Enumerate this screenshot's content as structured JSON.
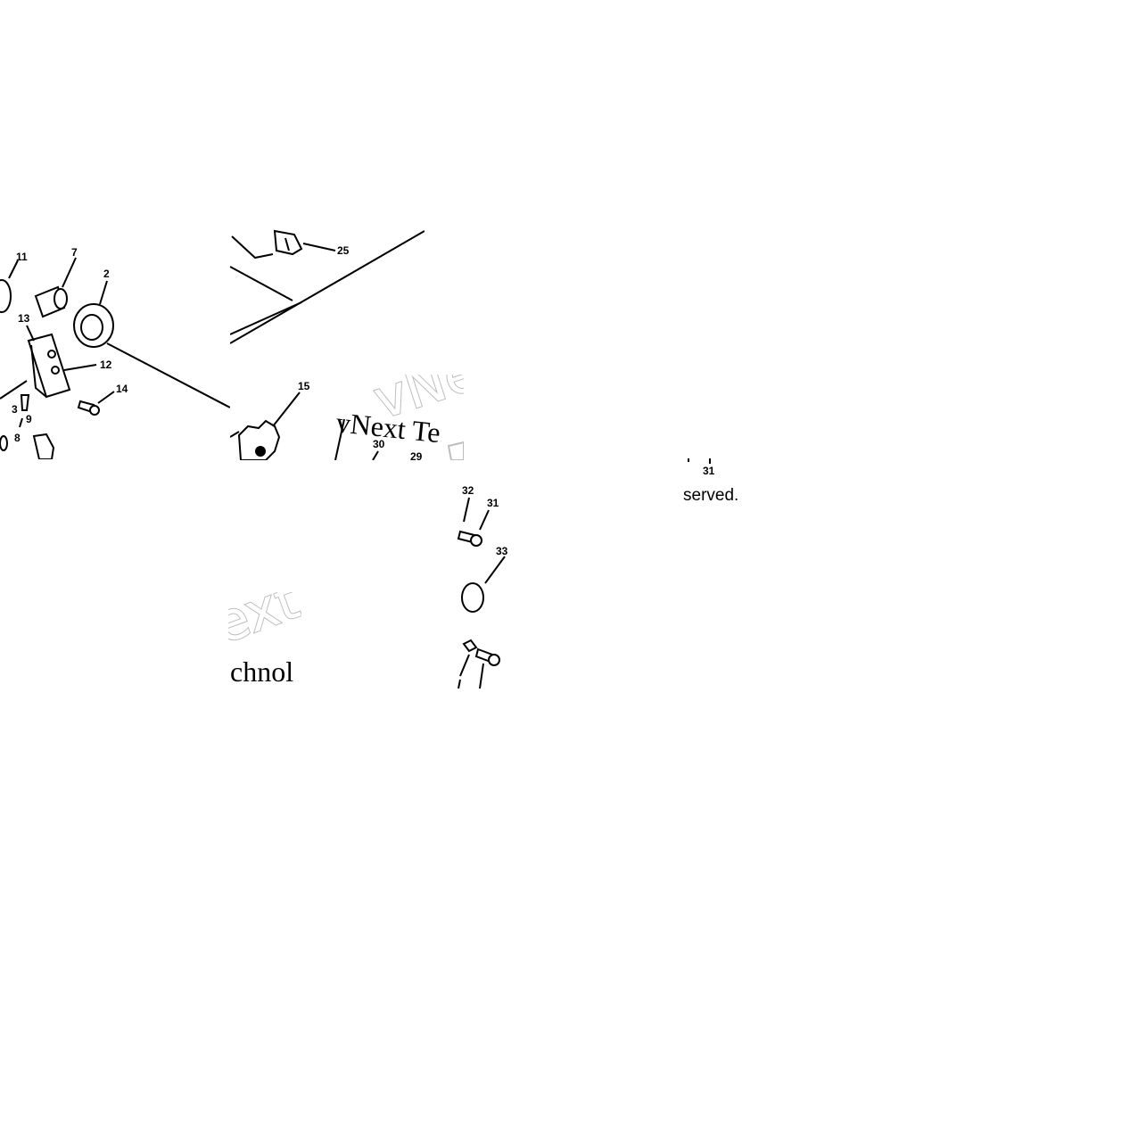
{
  "diagram": {
    "part_callouts": [
      "11",
      "7",
      "2",
      "13",
      "12",
      "14",
      "3",
      "9",
      "8",
      "25",
      "15",
      "30",
      "29",
      "32",
      "31",
      "33",
      "31"
    ],
    "watermark": {
      "brand_fragment_1": "vNext Te",
      "brand_fragment_2": "ext",
      "brand_fragment_3": "chnol",
      "brand_fragment_4": "vNe"
    },
    "footer_fragment": "served."
  }
}
